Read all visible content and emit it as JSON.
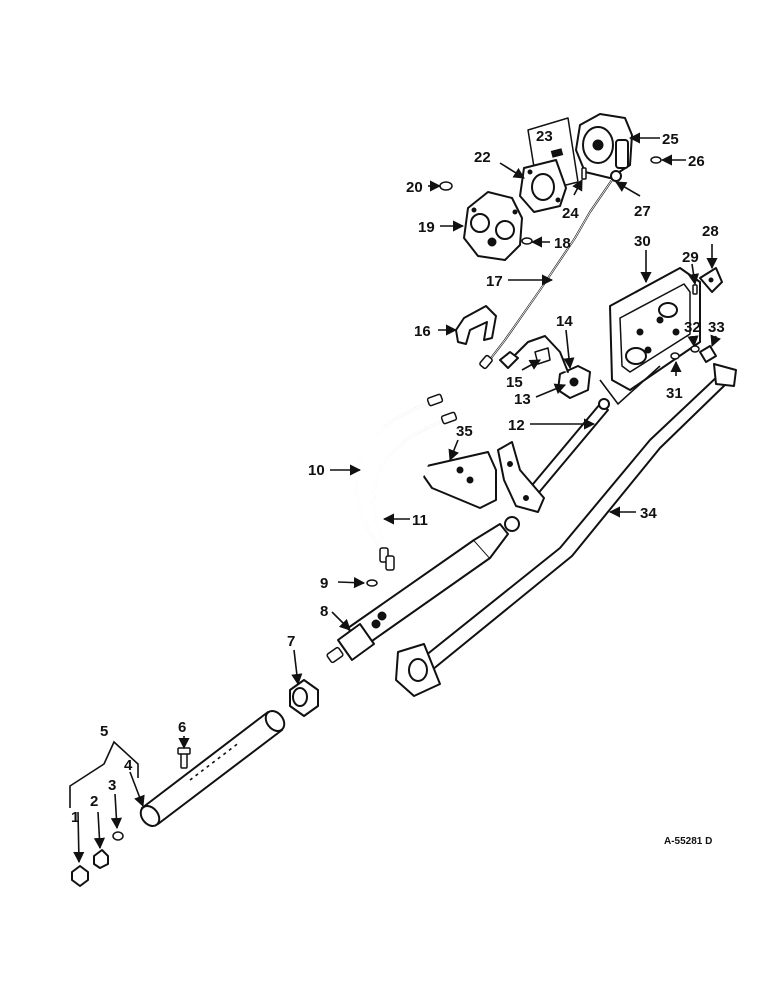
{
  "drawing_code": "A-55281 D",
  "callouts": [
    "1",
    "2",
    "3",
    "4",
    "5",
    "6",
    "7",
    "8",
    "9",
    "10",
    "11",
    "12",
    "13",
    "14",
    "15",
    "16",
    "17",
    "18",
    "19",
    "20",
    "22",
    "23",
    "24",
    "25",
    "26",
    "27",
    "28",
    "29",
    "30",
    "31",
    "32",
    "33",
    "34",
    "35"
  ]
}
